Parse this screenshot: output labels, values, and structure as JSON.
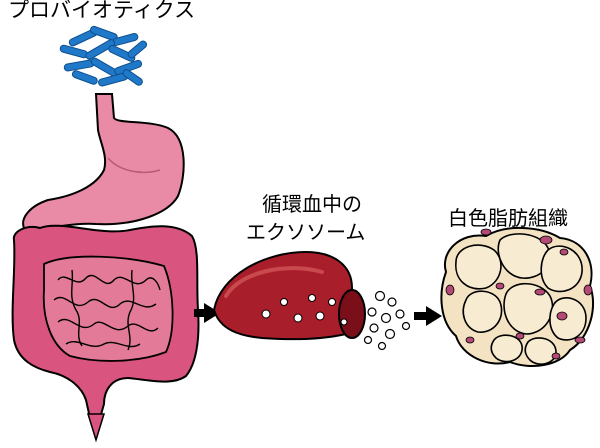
{
  "labels": {
    "probiotics": "プロバイオティクス",
    "exosome_line1": "循環血中の",
    "exosome_line2": "エクソソーム",
    "adipose": "白色脂肪組織"
  },
  "colors": {
    "bacteria": "#1f78c8",
    "stomach": "#e98aa6",
    "intestine": "#d9557f",
    "vessel": "#a81e2a",
    "fat": "#f7ecd2",
    "fat_stain": "#b34a75"
  }
}
